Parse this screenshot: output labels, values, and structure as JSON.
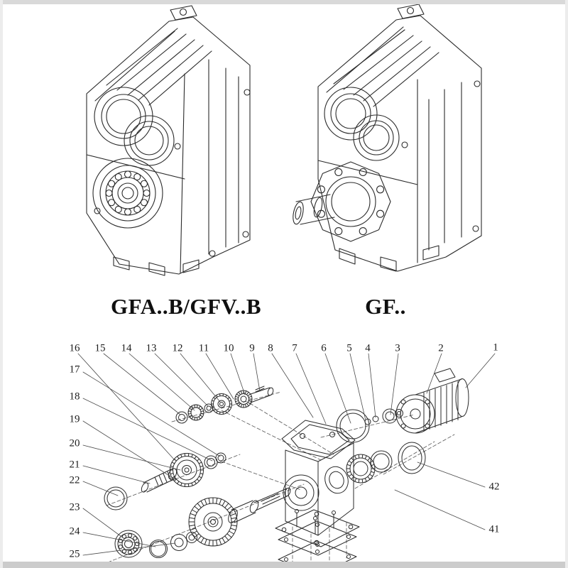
{
  "figures": {
    "left_label": "GFA..B/GFV..B",
    "right_label": "GF.."
  },
  "exploded": {
    "top_numbers": [
      "16",
      "15",
      "14",
      "13",
      "12",
      "11",
      "10",
      "9",
      "8",
      "7",
      "6",
      "5",
      "4",
      "3",
      "2",
      "1"
    ],
    "left_numbers": [
      "17",
      "18",
      "19",
      "20",
      "21",
      "22",
      "23",
      "24",
      "25"
    ],
    "right_numbers": [
      "42",
      "41"
    ]
  },
  "colors": {
    "line": "#2a2a2a",
    "leader_line": "#4a4a4a",
    "background": "#ffffff",
    "edge_gray": "#d9d9d9"
  }
}
